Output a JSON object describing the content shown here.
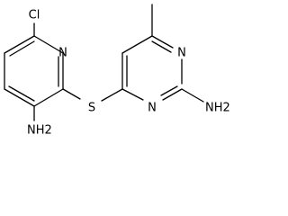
{
  "molecule": {
    "atom_labels": {
      "chlorine": "Cl",
      "pyridine_nitrogen": "N",
      "sulfur": "S",
      "pyrimidine_nitrogen_top": "N",
      "pyrimidine_nitrogen_bottom": "N",
      "pyridine_amine": "NH2",
      "pyrimidine_amine": "NH2"
    },
    "colors": {
      "bond": "#000000",
      "label": "#000000",
      "background": "#ffffff"
    }
  }
}
